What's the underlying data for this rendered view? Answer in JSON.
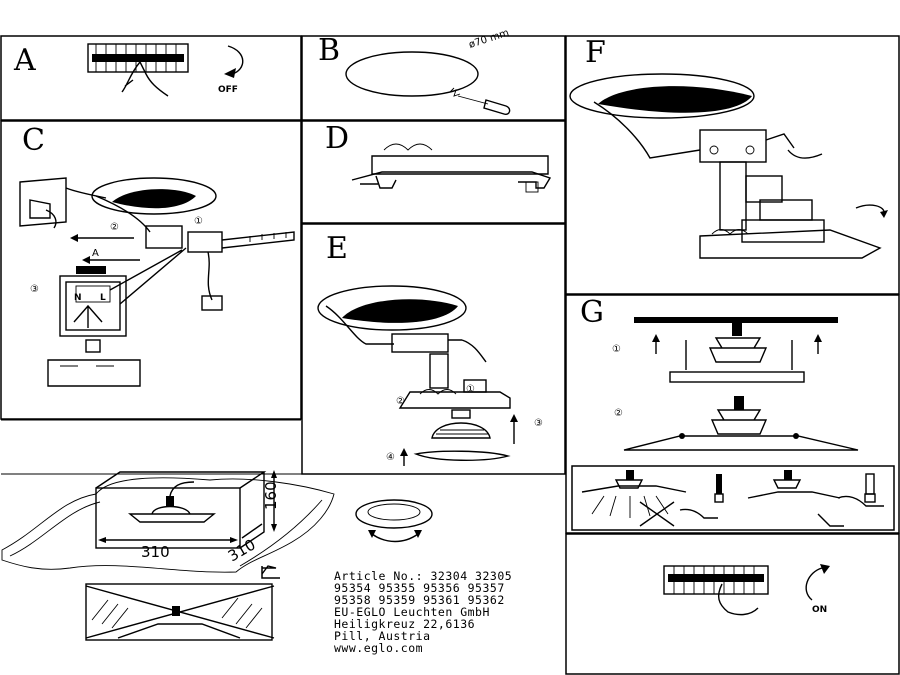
{
  "panels": {
    "a": {
      "label": "A",
      "off": "OFF"
    },
    "b": {
      "label": "B",
      "measure": "ø70 mm"
    },
    "c": {
      "label": "C",
      "steps": [
        "①",
        "②",
        "③"
      ],
      "wires": [
        "N",
        "L"
      ],
      "arrow_a": "A"
    },
    "d": {
      "label": "D"
    },
    "e": {
      "label": "E",
      "steps": [
        "①",
        "②",
        "③",
        "④"
      ]
    },
    "f": {
      "label": "F"
    },
    "g": {
      "label": "G",
      "steps": [
        "①",
        "②"
      ]
    },
    "dims": {
      "width": "310",
      "depth": "310",
      "height": "160"
    },
    "on": {
      "on": "ON"
    }
  },
  "info": {
    "lines": [
      "Article No.: 32304 32305",
      "95354 95355 95356 95357",
      "95358 95359 95361 95362",
      "EU-EGLO Leuchten GmbH",
      "Heiligkreuz 22,6136",
      "Pill, Austria",
      "www.eglo.com"
    ]
  }
}
